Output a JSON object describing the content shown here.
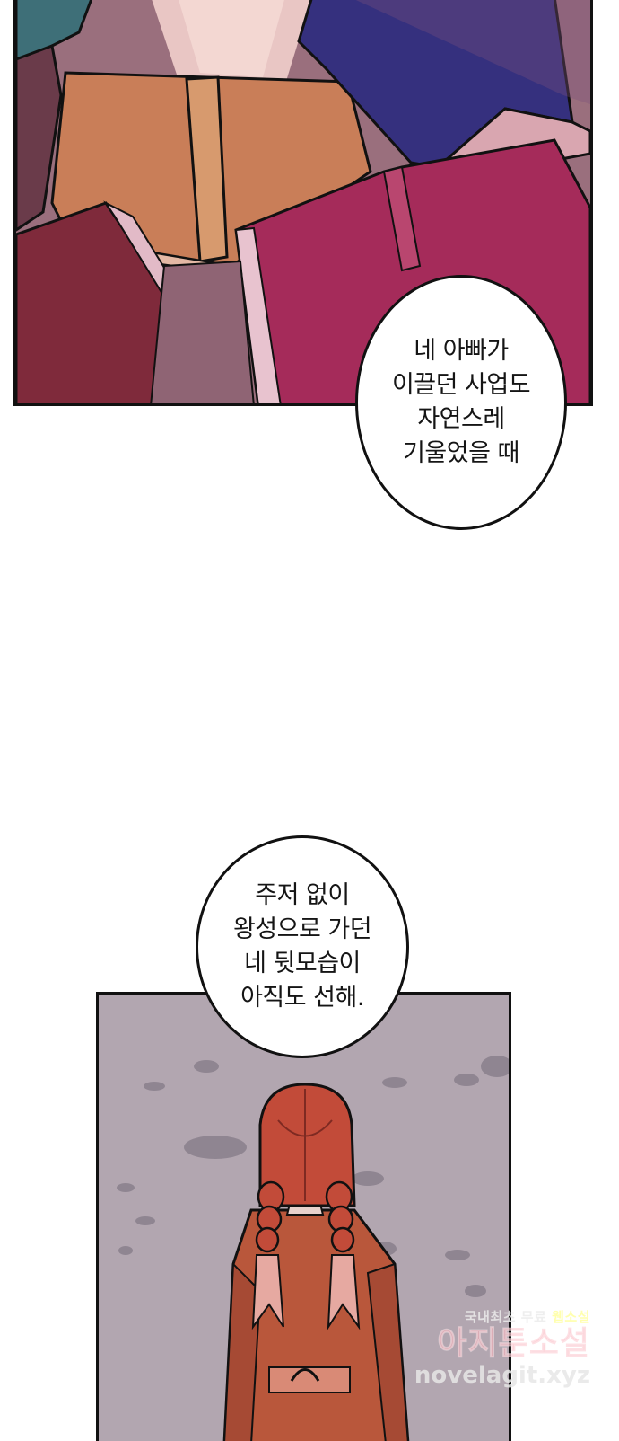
{
  "panels": {
    "books": {
      "description_visible": false
    },
    "girl": {
      "description_visible": false
    }
  },
  "bubbles": {
    "first": {
      "lines": [
        "네 아빠가",
        "이끌던 사업도",
        "자연스레",
        "기울었을 때"
      ]
    },
    "second": {
      "lines": [
        "주저 없이",
        "왕성으로 가던",
        "네 뒷모습이",
        "아직도 선해."
      ]
    }
  },
  "watermark": {
    "top_left": "국내최초 무료",
    "top_right": "웹소설",
    "middle": "아지툰소설",
    "bottom": "novelagit.xyz"
  },
  "colors": {
    "book_red": "#8b1d45",
    "book_brown": "#b86b4c",
    "book_navy": "#2a2f7a",
    "hair": "#c24b39",
    "dress": "#b9573b",
    "wall": "#b2a6b0"
  }
}
